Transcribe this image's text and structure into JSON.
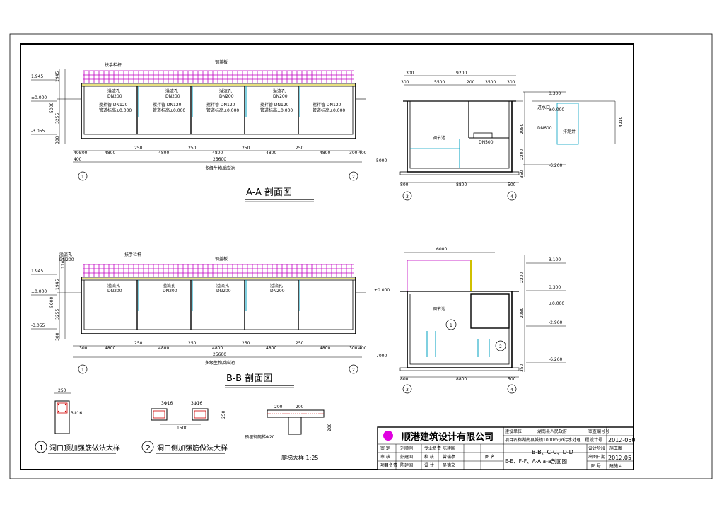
{
  "sections": {
    "aa_title": "A-A 剖面图",
    "bb_title": "B-B 剖面图",
    "aa_bottom_note": "多级生物反应池",
    "bb_bottom_note": "多级生物反应池",
    "railing": "扶手栏杆",
    "steel_grating": "钢盖板",
    "mix_pump_room": "调节池",
    "inlet_label": "进水口",
    "inlet_dn": "DN600",
    "dn500": "DN500",
    "out_chamber": "排泥井",
    "overflow": "溢流孔",
    "dn200": "DN200",
    "pipe_dn120": "搅拌管 DN120",
    "pipe_elev": "管道标高±0.000"
  },
  "dims": {
    "spans": [
      "4800",
      "4800",
      "4800",
      "4800",
      "4800"
    ],
    "walls": [
      "250",
      "250",
      "250",
      "250"
    ],
    "total": "25600",
    "left_400": "400",
    "right_400": "400",
    "side_300": "300",
    "e5000": "5000",
    "e7000": "7000",
    "cs_9200": "9200",
    "cs_5500": "5500",
    "cs_200": "200",
    "cs_3500": "3500",
    "cs_300": "300",
    "cs_8800": "8800",
    "cs_800": "800",
    "cs_500": "500",
    "cs_6000": "6000",
    "vert_1945": "1945",
    "vert_5000": "5000",
    "vert_3255": "3255",
    "vert_300": "300",
    "vert_1100": "1100",
    "vert_2980": "2980",
    "vert_2200": "2200",
    "vert_4210": "4210",
    "vert_350": "350"
  },
  "elevations": {
    "e1945": "1.945",
    "e0": "±0.000",
    "em3055": "-3.055",
    "e0300": "0.300",
    "em6260": "-6.260",
    "e3100": "3.100",
    "em2960": "-2.960",
    "e0_b": "±0.000"
  },
  "axes": {
    "a1": "1",
    "a2": "2",
    "a3": "3",
    "a4": "4"
  },
  "details": {
    "d1_title": "洞口顶加强筋做法大样",
    "d1_num": "1",
    "d2_title": "洞口侧加强筋做法大样",
    "d2_num": "2",
    "ladder_title": "爬梯大样 1:25",
    "d_250": "250",
    "d_1500": "1500",
    "d_3q16": "3Φ16",
    "d_ladder_note": "预埋钢爬梯Φ20",
    "d_200": "200"
  },
  "titleblock": {
    "company": "顺港建筑设计有限公司",
    "r1_label": "建设单位",
    "r1_value": "湖南县人民政府",
    "r1_label2": "审查编号号",
    "r2_label": "项目名称",
    "r2_value": "湖南县城镇1000m³/d污水处理工程",
    "r2_label2": "设计号",
    "r2_value2": "2012-050",
    "approve": "审 定",
    "approve_name": "刘顺刚",
    "chief": "专业负责",
    "chief_name": "陈建国",
    "audit": "审 核",
    "audit_name": "彭建国",
    "check": "校 核",
    "check_name": "曾瑞亭",
    "pm": "项目负责",
    "pm_name": "陈建国",
    "design": "设 计",
    "design_name": "吴德文",
    "drawing_label": "图 名",
    "drawing_name_1": "B-B、C-C、D-D",
    "drawing_name_2": "E-E、F-F、A-A a-a剖面图",
    "phase_label": "设计阶段",
    "phase": "施工图",
    "date_label": "出图日期",
    "date": "2012.05",
    "no_label": "图 号",
    "no": "建施 4"
  }
}
